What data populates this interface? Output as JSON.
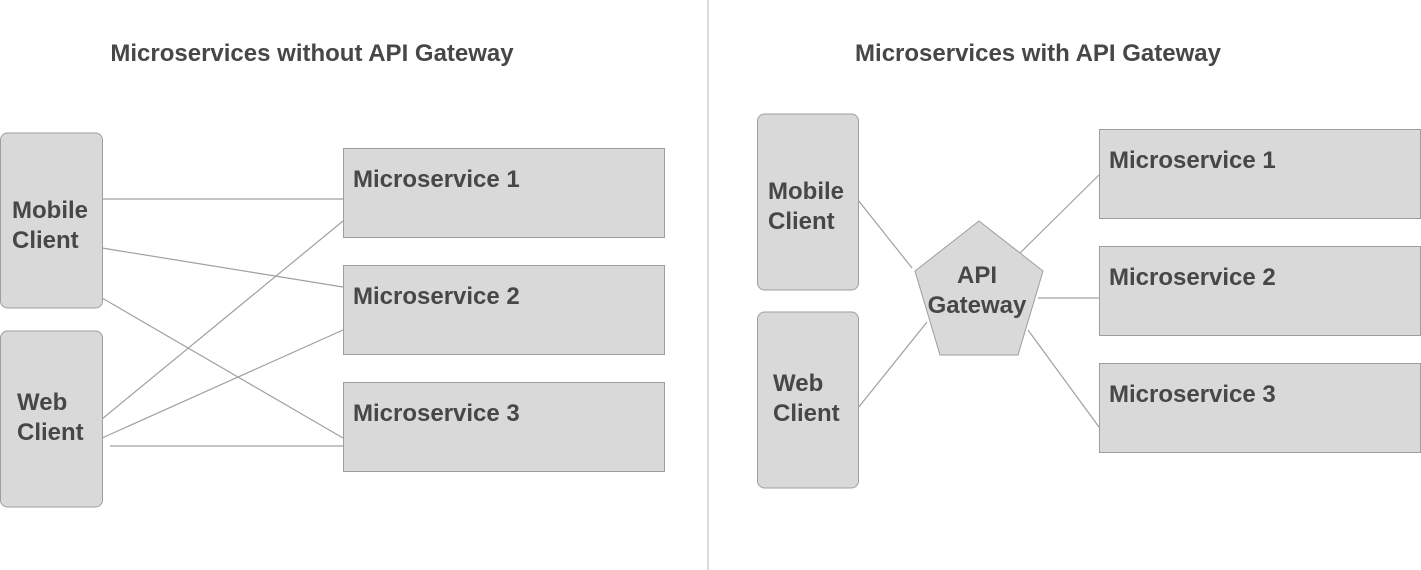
{
  "left": {
    "title": "Microservices without API Gateway",
    "mobile": [
      "Mobile",
      "Client"
    ],
    "web": [
      "Web",
      "Client"
    ],
    "services": [
      "Microservice 1",
      "Microservice 2",
      "Microservice 3"
    ]
  },
  "right": {
    "title": "Microservices with API Gateway",
    "mobile": [
      "Mobile",
      "Client"
    ],
    "web": [
      "Web",
      "Client"
    ],
    "gateway": [
      "API",
      "Gateway"
    ],
    "services": [
      "Microservice 1",
      "Microservice 2",
      "Microservice 3"
    ]
  },
  "colors": {
    "box": "#d9d9d9",
    "border": "#9e9e9e",
    "text": "#474747"
  }
}
